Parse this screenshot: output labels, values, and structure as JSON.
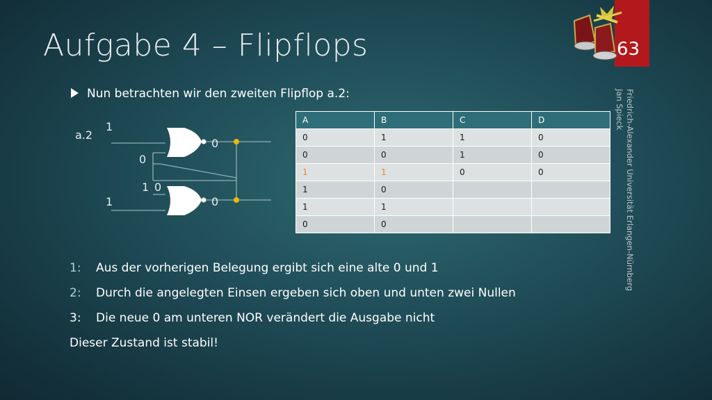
{
  "slide": {
    "title": "Aufgabe 4 – Flipflops",
    "page_number": "63",
    "vertical_text": [
      "Friedrich-Alexander Universität Erlangen-Nürnberg",
      "Jan Spieck"
    ],
    "bullet": "Nun betrachten wir den zweiten Flipflop a.2:"
  },
  "circuit": {
    "name": "a.2",
    "input_top": "1",
    "input_bottom": "1",
    "feedback_top": "0",
    "feedback_bottom_a": "1",
    "feedback_bottom_b": "0",
    "output_top": "0",
    "output_bottom": "0",
    "colors": {
      "wire": "#8fb0b4",
      "gate": "#ffffff",
      "node": "#f0b800",
      "label": "#e6eef0"
    }
  },
  "table": {
    "headers": [
      "A",
      "B",
      "C",
      "D"
    ],
    "rows": [
      [
        "0",
        "1",
        "1",
        "0"
      ],
      [
        "0",
        "0",
        "1",
        "0"
      ],
      [
        "1",
        "1",
        "0",
        "0"
      ],
      [
        "1",
        "0",
        "",
        ""
      ],
      [
        "1",
        "1",
        "",
        ""
      ],
      [
        "0",
        "0",
        "",
        ""
      ]
    ],
    "highlight_color": "#e8872c"
  },
  "steps": [
    {
      "num": "1:",
      "text": "Aus der vorherigen Belegung ergibt sich eine alte 0 und 1"
    },
    {
      "num": "2:",
      "text": "Durch die angelegten Einsen ergeben sich oben und unten zwei Nullen"
    },
    {
      "num": "3:",
      "text": "Die neue 0 am unteren NOR verändert die Ausgabe nicht"
    }
  ],
  "conclusion": "Dieser Zustand ist stabil!"
}
